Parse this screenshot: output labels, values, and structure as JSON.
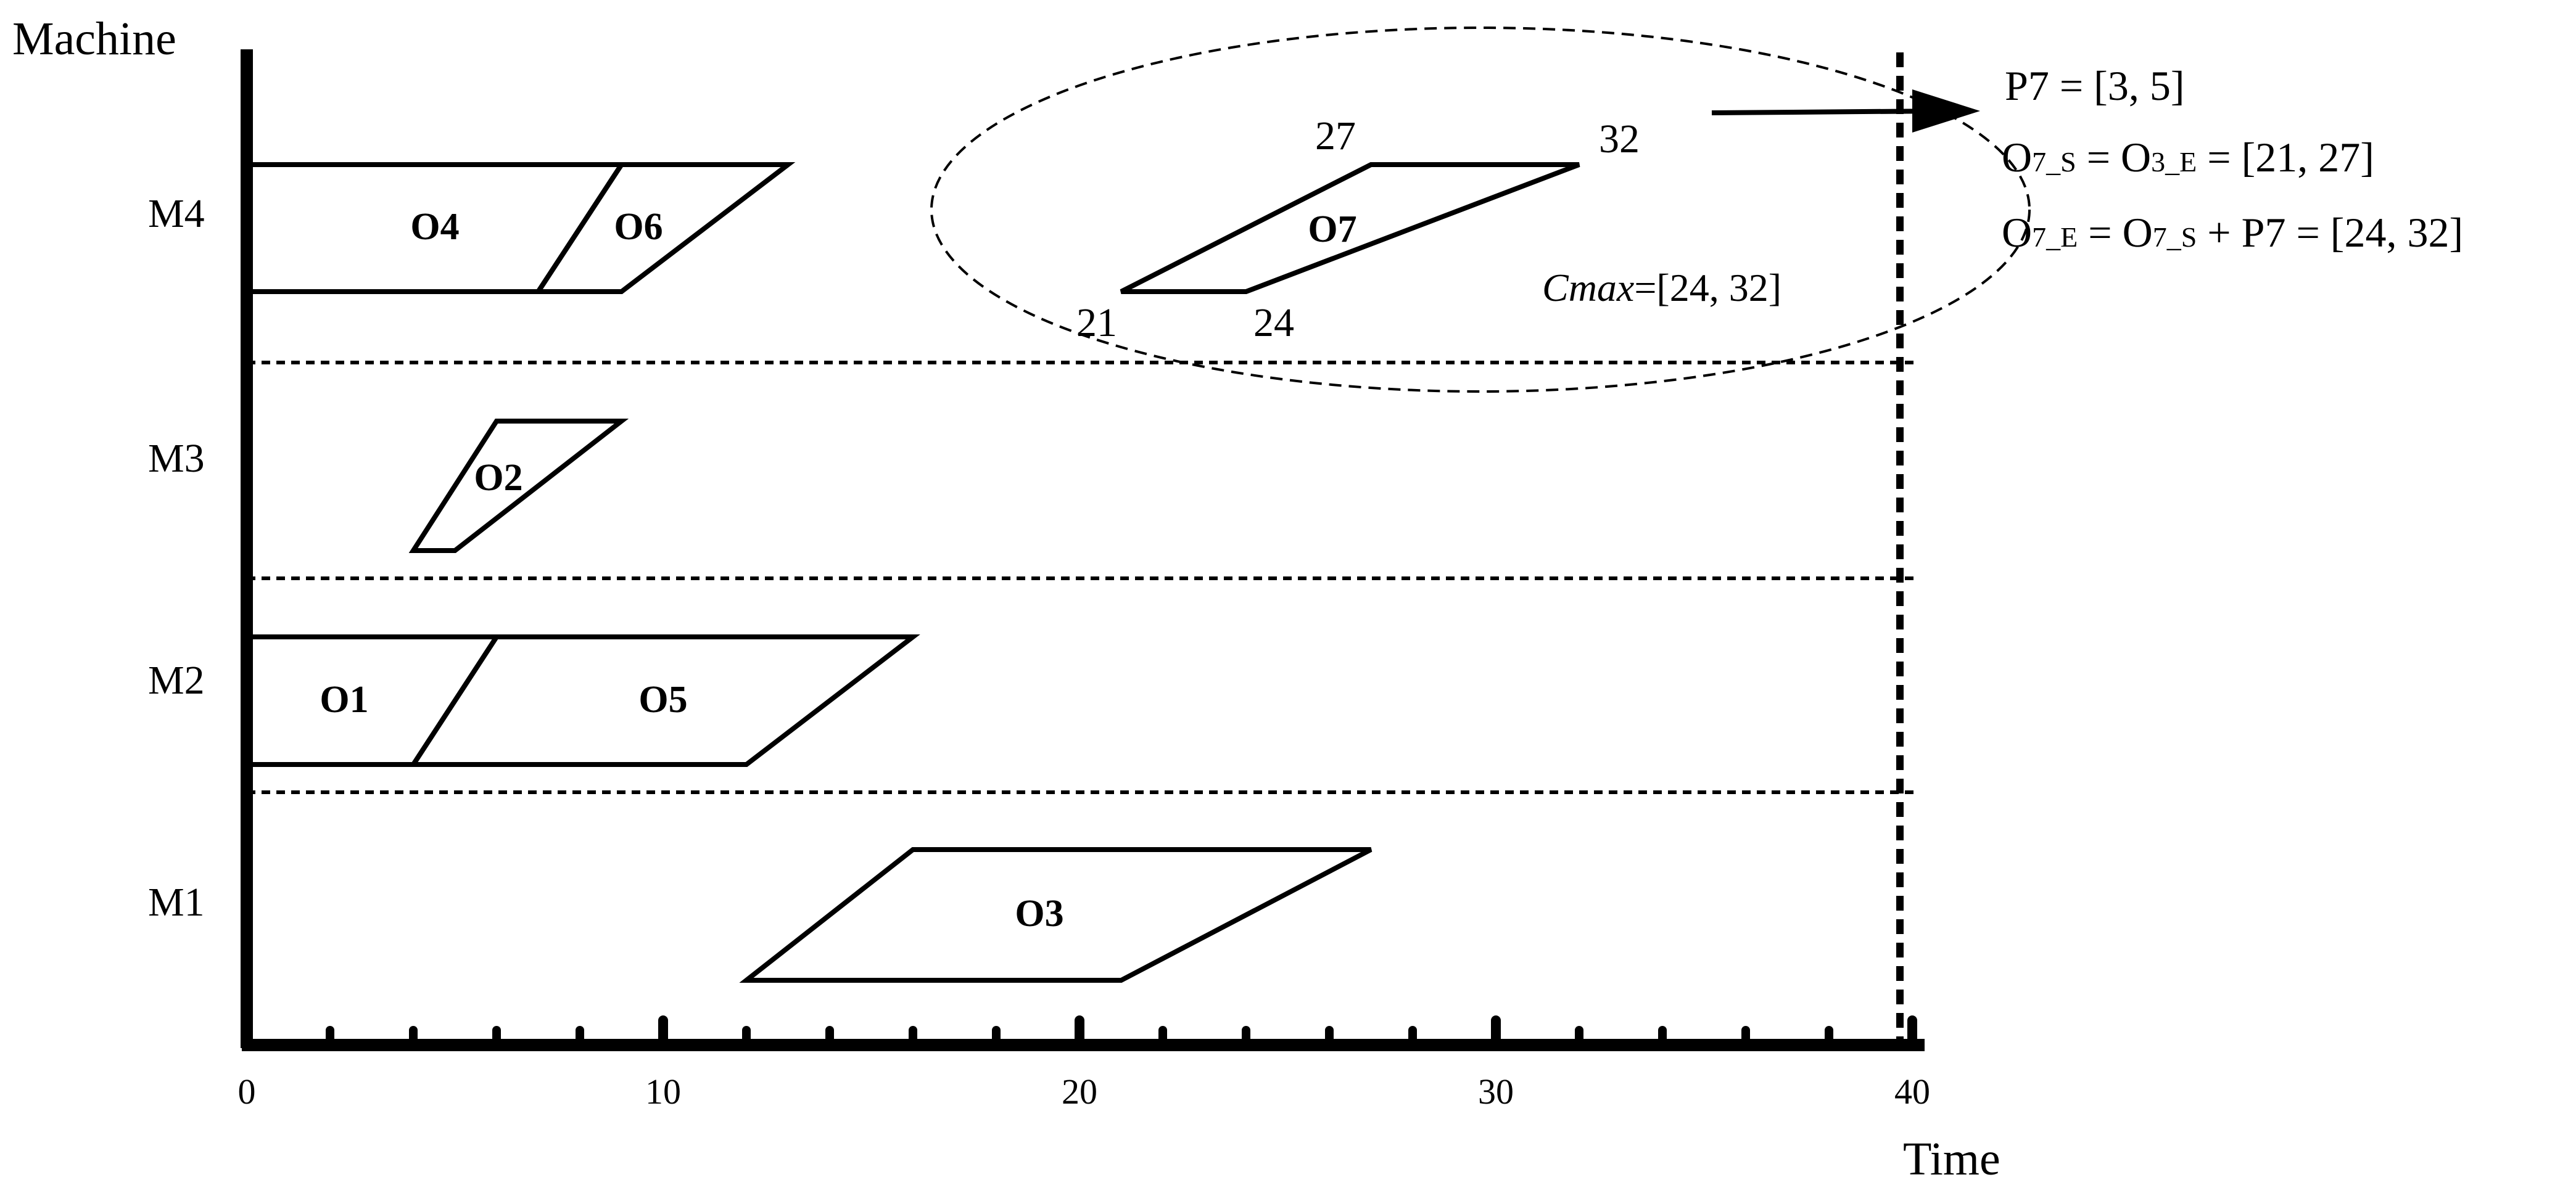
{
  "axes": {
    "y_label": "Machine",
    "x_label": "Time",
    "x_ticks": [
      "0",
      "10",
      "20",
      "30",
      "40"
    ],
    "x_max": 40,
    "x_minor_step": 2
  },
  "machines": [
    "M1",
    "M2",
    "M3",
    "M4"
  ],
  "operations": [
    {
      "name": "O1",
      "machine": "M2",
      "start": [
        0,
        0
      ],
      "end": [
        4,
        6
      ]
    },
    {
      "name": "O5",
      "machine": "M2",
      "start": [
        4,
        6
      ],
      "end": [
        12,
        16
      ]
    },
    {
      "name": "O2",
      "machine": "M3",
      "start": [
        4,
        6
      ],
      "end": [
        5,
        9
      ]
    },
    {
      "name": "O4",
      "machine": "M4",
      "start": [
        0,
        0
      ],
      "end": [
        7,
        9
      ]
    },
    {
      "name": "O6",
      "machine": "M4",
      "start": [
        7,
        9
      ],
      "end": [
        9,
        13
      ]
    },
    {
      "name": "O3",
      "machine": "M1",
      "start": [
        12,
        16
      ],
      "end": [
        21,
        27
      ]
    },
    {
      "name": "O7",
      "machine": "M4",
      "start": [
        21,
        27
      ],
      "end": [
        24,
        32
      ]
    }
  ],
  "o7_vertex_labels": {
    "start_low": "21",
    "end_low": "24",
    "start_high": "27",
    "end_high": "32"
  },
  "cmax": {
    "label_italic": "Cmax",
    "value": "=[24, 32]"
  },
  "formulas": {
    "line1": "P7 = [3, 5]",
    "line2_a": "O",
    "line2_a_sub": "7_S",
    "line2_b": " = O",
    "line2_b_sub": "3_E",
    "line2_c": " = [21, 27]",
    "line3_a": "O",
    "line3_a_sub": "7_E",
    "line3_b": " = O",
    "line3_b_sub": "7_S",
    "line3_c": " + P7 = [24, 32]"
  }
}
